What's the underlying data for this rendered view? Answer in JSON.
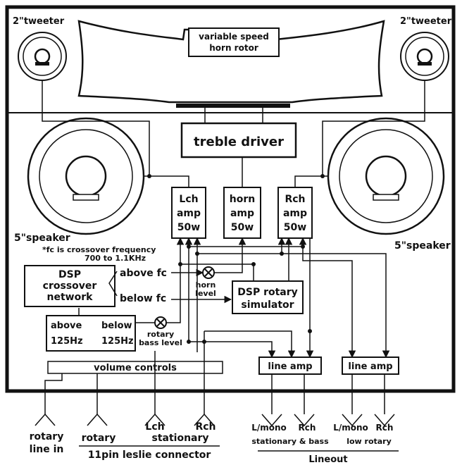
{
  "labels": {
    "tweeter_left": "2\"tweeter",
    "tweeter_right": "2\"tweeter",
    "rotor_line1": "variable speed",
    "rotor_line2": "horn rotor",
    "treble_driver": "treble driver",
    "lch_amp": [
      "Lch",
      "amp",
      "50w"
    ],
    "horn_amp": [
      "horn",
      "amp",
      "50w"
    ],
    "rch_amp": [
      "Rch",
      "amp",
      "50w"
    ],
    "speaker_left": "5\"speaker",
    "speaker_right": "5\"speaker",
    "fc_note_line1": "*fc is crossover frequency",
    "fc_note_line2": "700 to 1.1KHz",
    "dsp_crossover": [
      "DSP",
      "crossover",
      "network"
    ],
    "above_fc": "above fc",
    "below_fc": "below fc",
    "horn_level": [
      "horn",
      "level"
    ],
    "dsp_rotary": [
      "DSP rotary",
      "simulator"
    ],
    "above_125": [
      "above",
      "125Hz"
    ],
    "below_125": [
      "below",
      "125Hz"
    ],
    "rotary_bass_level": [
      "rotary",
      "bass level"
    ],
    "volume_controls": "volume controls",
    "line_amp_1": "line amp",
    "line_amp_2": "line amp",
    "rotary_line_in": [
      "rotary",
      "line in"
    ],
    "rotary": "rotary",
    "lch_stationary": "Lch",
    "rch_stationary": "Rch",
    "stationary": "stationary",
    "leslie_connector": "11pin leslie connector",
    "lmono_1": "L/mono",
    "rch_1": "Rch",
    "stationary_bass": "stationary & bass",
    "lmono_2": "L/mono",
    "rch_2": "Rch",
    "low_rotary": "low rotary",
    "lineout": "Lineout"
  }
}
